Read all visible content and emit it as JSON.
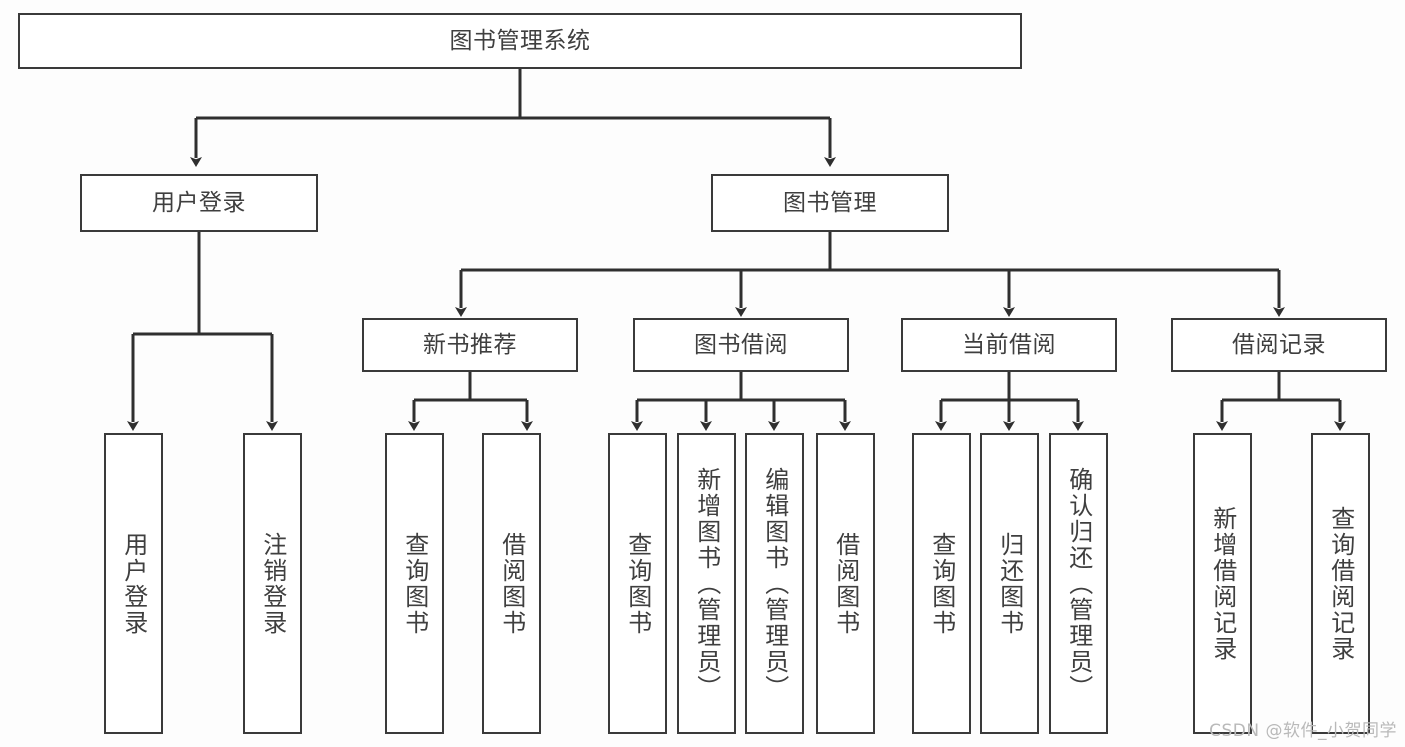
{
  "diagram": {
    "title": "图书管理系统",
    "watermark": "CSDN @软件_小贺同学",
    "colors": {
      "background": "#fdfdfd",
      "box_fill": "#ffffff",
      "box_border": "#3a3a3a",
      "connector": "#2f2f2f",
      "text": "#3f3f3f",
      "watermark": "#b9b9b9"
    },
    "root": {
      "label": "图书管理系统"
    },
    "level2": [
      {
        "label": "用户登录"
      },
      {
        "label": "图书管理"
      }
    ],
    "level3": [
      {
        "label": "新书推荐"
      },
      {
        "label": "图书借阅"
      },
      {
        "label": "当前借阅"
      },
      {
        "label": "借阅记录"
      }
    ],
    "leaves": {
      "user_login": [
        {
          "label": "用户登录"
        },
        {
          "label": "注销登录"
        }
      ],
      "new_book_recommend": [
        {
          "label": "查询图书"
        },
        {
          "label": "借阅图书"
        }
      ],
      "book_borrow": [
        {
          "label": "查询图书"
        },
        {
          "label": "新增图书（管理员）"
        },
        {
          "label": "编辑图书（管理员）"
        },
        {
          "label": "借阅图书"
        }
      ],
      "current_borrow": [
        {
          "label": "查询图书"
        },
        {
          "label": "归还图书"
        },
        {
          "label": "确认归还（管理员）"
        }
      ],
      "borrow_record": [
        {
          "label": "新增借阅记录"
        },
        {
          "label": "查询借阅记录"
        }
      ]
    }
  }
}
